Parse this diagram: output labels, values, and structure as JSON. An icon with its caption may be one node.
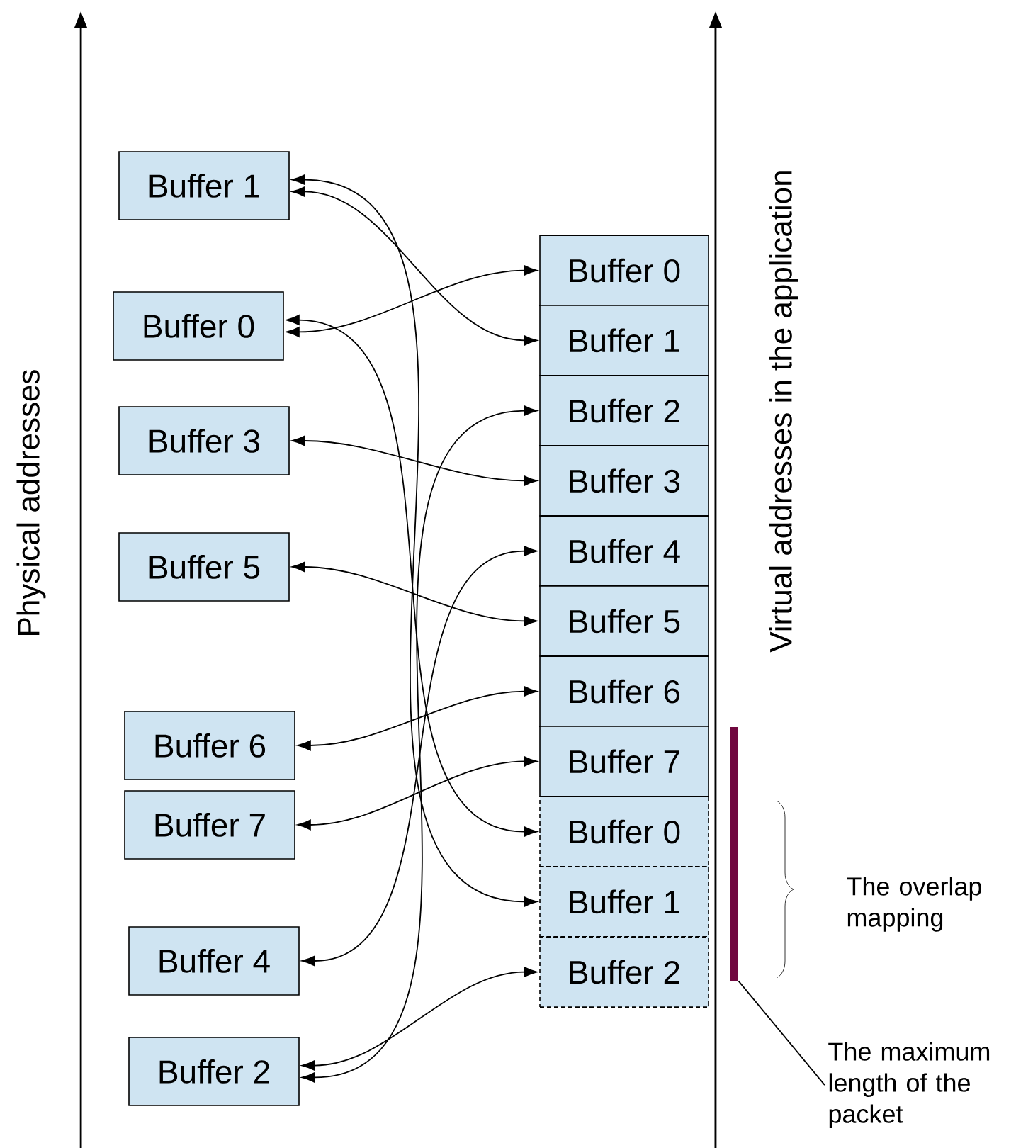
{
  "diagram": {
    "nodes": [
      {
        "text": [
          "Buffer 1"
        ]
      },
      {
        "text": [
          "Buffer 0"
        ]
      },
      {
        "text": [
          "Buffer 3"
        ]
      },
      {
        "text": [
          "Buffer 5"
        ]
      },
      {
        "text": [
          "Buffer 6"
        ]
      },
      {
        "text": [
          "Buffer 7"
        ]
      },
      {
        "text": [
          "Buffer 4"
        ]
      },
      {
        "text": [
          "Buffer 2"
        ]
      },
      {
        "text": [
          "Buffer 0"
        ]
      },
      {
        "text": [
          "Buffer 1"
        ]
      },
      {
        "text": [
          "Buffer 2"
        ]
      },
      {
        "text": [
          "Buffer 3"
        ]
      },
      {
        "text": [
          "Buffer 4"
        ]
      },
      {
        "text": [
          "Buffer 5"
        ]
      },
      {
        "text": [
          "Buffer 6"
        ]
      },
      {
        "text": [
          "Buffer 7"
        ]
      },
      {
        "text": [
          "Buffer 0"
        ]
      },
      {
        "text": [
          "Buffer 1"
        ]
      },
      {
        "text": [
          "Buffer 2"
        ]
      },
      {
        "text": [],
        "shape": "bar"
      },
      {
        "text": [
          "The maximum length of the packet"
        ]
      }
    ],
    "edges": [
      {
        "from": 1,
        "to": 8,
        "arrow": "both"
      },
      {
        "from": 0,
        "to": 9,
        "arrow": "both"
      },
      {
        "from": 7,
        "to": 10,
        "arrow": "both"
      },
      {
        "from": 2,
        "to": 11,
        "arrow": "both"
      },
      {
        "from": 6,
        "to": 12,
        "arrow": "both"
      },
      {
        "from": 3,
        "to": 13,
        "arrow": "both"
      },
      {
        "from": 4,
        "to": 14,
        "arrow": "both"
      },
      {
        "from": 5,
        "to": 15,
        "arrow": "both"
      },
      {
        "from": 1,
        "to": 16,
        "arrow": "both"
      },
      {
        "from": 0,
        "to": 17,
        "arrow": "both"
      },
      {
        "from": 7,
        "to": 18,
        "arrow": "both"
      },
      {
        "from": 20,
        "to": 19,
        "arrow": "none"
      }
    ],
    "labels": [
      "Physical addresses",
      "Virtual addresses in the application",
      "The overlap mapping"
    ]
  }
}
